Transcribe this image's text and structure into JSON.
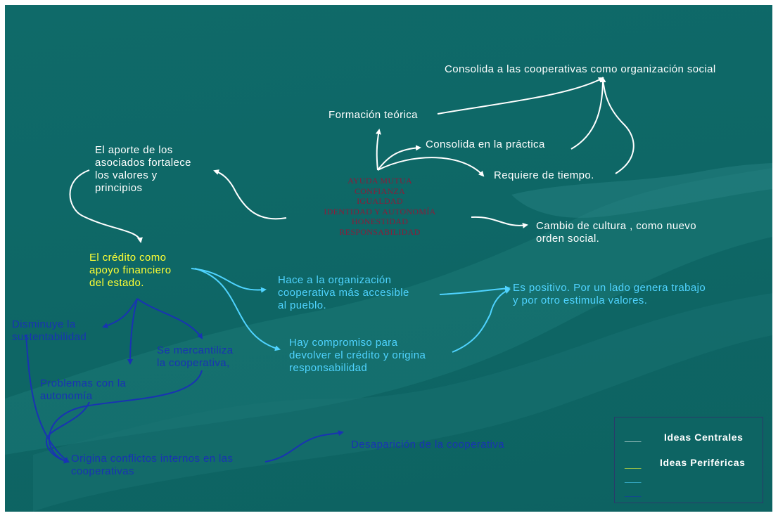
{
  "nodes": {
    "consolida_social": "Consolida a las cooperativas como organización social",
    "formacion_teorica": "Formación teórica",
    "consolida_practica": "Consolida en la práctica",
    "requiere_tiempo": "Requiere de tiempo.",
    "aporte_asociados": "El aporte de los\nasociados fortalece\nlos valores y\nprincipios",
    "cambio_cultura": "Cambio de cultura , como nuevo\norden social.",
    "credito": "El crédito como\napoyo financiero\ndel estado.",
    "hace_accesible": "Hace a la organización\ncooperativa más accesible\nal pueblo.",
    "es_positivo": "Es positivo. Por un lado genera trabajo\ny  por otro estimula valores.",
    "hay_compromiso": "Hay compromiso para\ndevolver el crédito y origina\nresponsabilidad",
    "disminuye": "Disminuye la\nsustentabilidad",
    "mercantiliza": "Se mercantiliza\nla cooperativa,",
    "problemas": "Problemas con la\nautonomía",
    "conflictos": "Origina conflictos internos en las\ncooperativas",
    "desaparicion": "Desaparición de la cooperativa"
  },
  "values": [
    "AYUDA MUTUA",
    "CONFIANZA",
    "IGUALDAD",
    "IDENTIDAD Y AUTONOMÍA",
    "HONESTIDAD",
    "RESPONSABILIDAD"
  ],
  "legend": {
    "dash": "___",
    "centrales": "Ideas Centrales",
    "perifericas": "Ideas  Periféricas"
  },
  "colors": {
    "background": "#0f6a69",
    "white_ideas": "#ffffff",
    "yellow_ideas": "#ffff33",
    "cyan_ideas": "#4fd3ff",
    "navy_ideas": "#1933b3",
    "values_text": "#8a1d3a"
  }
}
